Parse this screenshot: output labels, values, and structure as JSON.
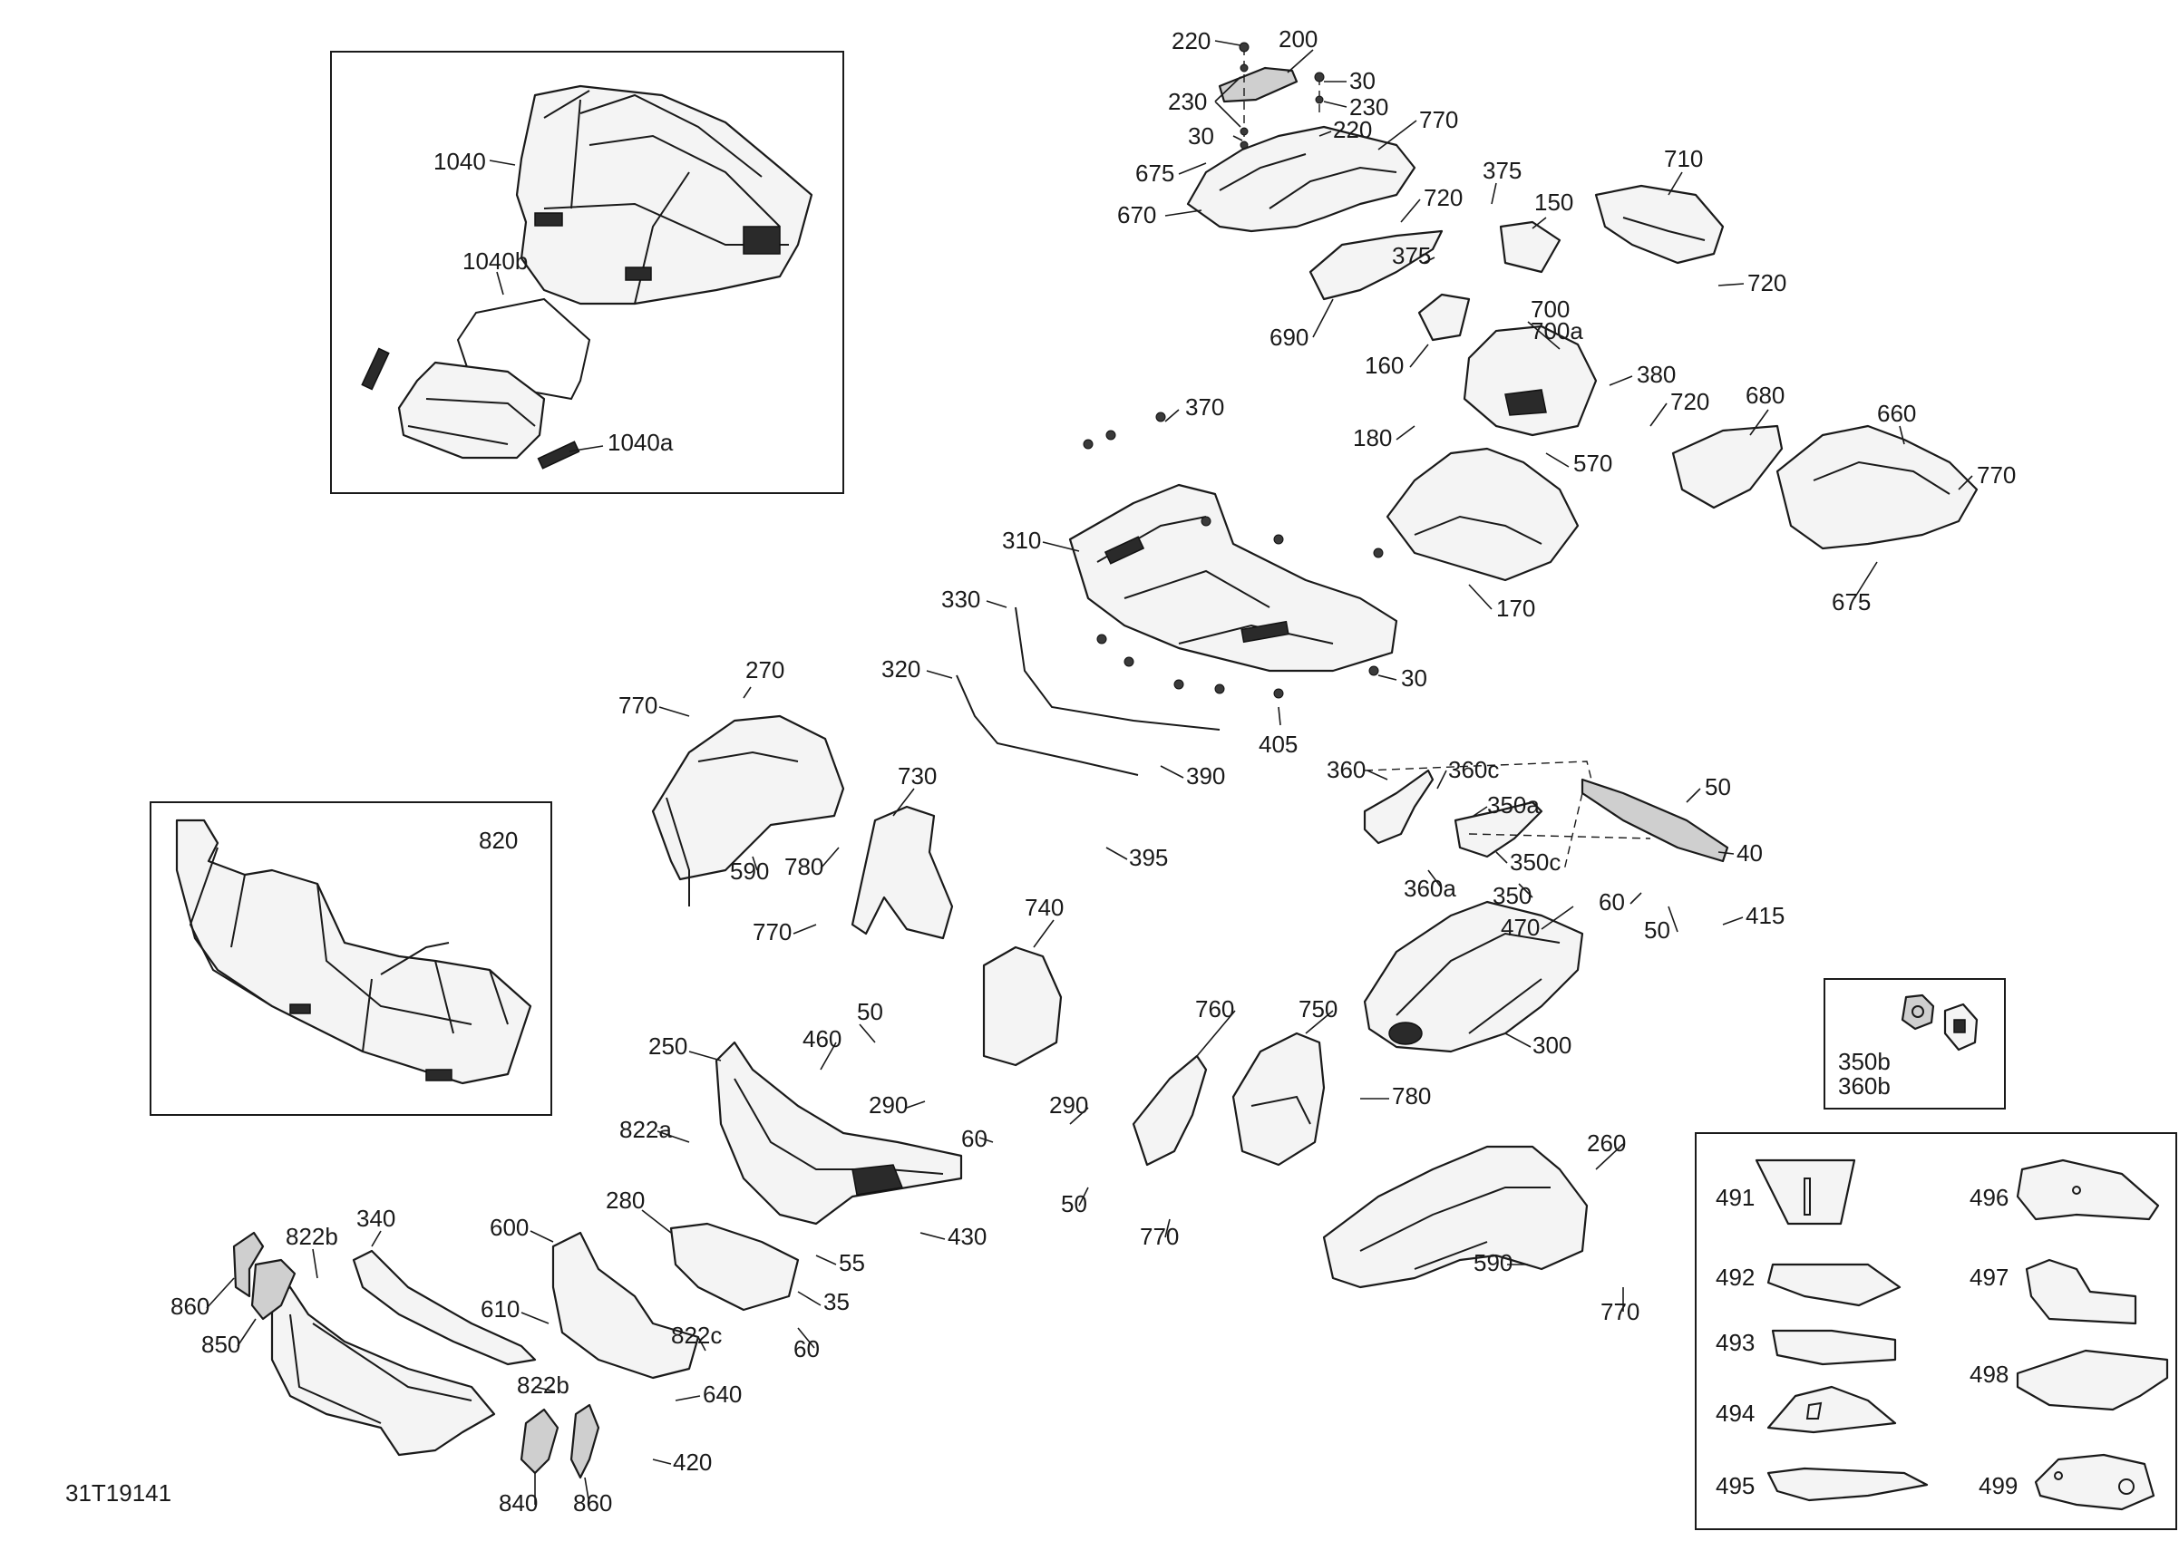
{
  "drawing_code": "31T19141",
  "labels": {
    "l1040": "1040",
    "l1040b": "1040b",
    "l1040a": "1040a",
    "l820": "820",
    "l220a": "220",
    "l200": "200",
    "l30a": "30",
    "l230a": "230",
    "l230b": "230",
    "l220b": "220",
    "l30b": "30",
    "l770a": "770",
    "l675a": "675",
    "l670": "670",
    "l375a": "375",
    "l150": "150",
    "l710": "710",
    "l720a": "720",
    "l375b": "375",
    "l720b": "720",
    "l690": "690",
    "l700": "700",
    "l700a": "700a",
    "l160": "160",
    "l380": "380",
    "l720c": "720",
    "l680": "680",
    "l660": "660",
    "l180": "180",
    "l570": "570",
    "l770b": "770",
    "l370": "370",
    "l310": "310",
    "l675b": "675",
    "l170": "170",
    "l330": "330",
    "l30c": "30",
    "l320": "320",
    "l270": "270",
    "l770c": "770",
    "l405": "405",
    "l390": "390",
    "l730": "730",
    "l360": "360",
    "l360c": "360c",
    "l350a": "350a",
    "l50a": "50",
    "l590a": "590",
    "l780a": "780",
    "l395": "395",
    "l40": "40",
    "l350c": "350c",
    "l360a": "360a",
    "l350": "350",
    "l60a": "60",
    "l50b": "50",
    "l415": "415",
    "l470": "470",
    "l770d": "770",
    "l740": "740",
    "l300": "300",
    "l350b": "350b",
    "l360b": "360b",
    "l50c": "50",
    "l460": "460",
    "l760": "760",
    "l750": "750",
    "l250": "250",
    "l290a": "290",
    "l290b": "290",
    "l780b": "780",
    "l60b": "60",
    "l822a": "822a",
    "l50d": "50",
    "l260": "260",
    "l770e": "770",
    "l430": "430",
    "l280": "280",
    "l822b1": "822b",
    "l340": "340",
    "l600": "600",
    "l55": "55",
    "l35": "35",
    "l590b": "590",
    "l770f": "770",
    "l860a": "860",
    "l850": "850",
    "l610": "610",
    "l822c": "822c",
    "l60c": "60",
    "l822b2": "822b",
    "l640": "640",
    "l420": "420",
    "l840": "840",
    "l860b": "860",
    "l491": "491",
    "l492": "492",
    "l493": "493",
    "l494": "494",
    "l495": "495",
    "l496": "496",
    "l497": "497",
    "l498": "498",
    "l499": "499"
  }
}
